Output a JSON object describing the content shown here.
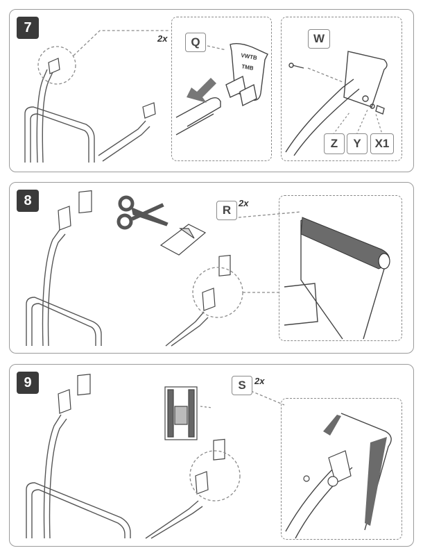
{
  "steps": [
    {
      "number": "7",
      "multiplier": "2x",
      "labels": [
        "Q",
        "W",
        "Z",
        "Y",
        "X1"
      ],
      "bracket_text": [
        "VWTB",
        "TMB"
      ]
    },
    {
      "number": "8",
      "multiplier": "2x",
      "labels": [
        "R"
      ]
    },
    {
      "number": "9",
      "multiplier": "2x",
      "labels": [
        "S"
      ]
    }
  ],
  "colors": {
    "border": "#9a9a9a",
    "badge": "#3a3a3a",
    "line": "#555555",
    "arrow": "#777777",
    "roller": "#6b6b6b"
  },
  "icons": [
    "scissors-icon",
    "push-arrow-icon"
  ]
}
